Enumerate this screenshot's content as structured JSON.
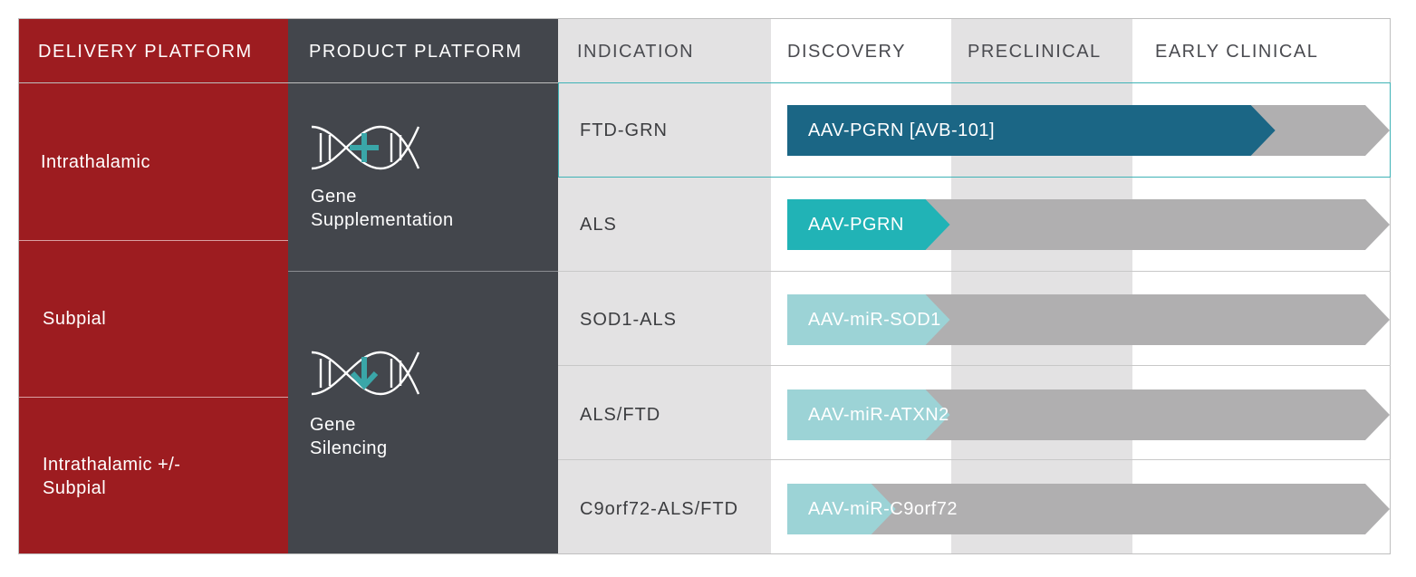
{
  "headers": {
    "delivery": "DELIVERY PLATFORM",
    "product": "PRODUCT PLATFORM",
    "indication": "INDICATION",
    "discovery": "DISCOVERY",
    "preclinical": "PRECLINICAL",
    "early_clinical": "EARLY CLINICAL"
  },
  "delivery_platforms": [
    {
      "label": "Intrathalamic"
    },
    {
      "label": "Subpial"
    },
    {
      "label": "Intrathalamic +/-\nSubpial"
    }
  ],
  "product_platforms": [
    {
      "label": "Gene\nSupplementation",
      "icon": "dna-plus-icon"
    },
    {
      "label": "Gene\nSilencing",
      "icon": "dna-down-arrow-icon"
    }
  ],
  "rows": [
    {
      "indication": "FTD-GRN",
      "program": "AAV-PGRN [AVB-101]",
      "progress": 0.81,
      "color": "#1b6685",
      "highlighted": true
    },
    {
      "indication": "ALS",
      "program": "AAV-PGRN",
      "progress": 0.27,
      "color": "#21b3b6",
      "highlighted": false
    },
    {
      "indication": "SOD1-ALS",
      "program": "AAV-miR-SOD1",
      "progress": 0.27,
      "color": "#9cd3d6",
      "highlighted": false
    },
    {
      "indication": "ALS/FTD",
      "program": "AAV-miR-ATXN2",
      "progress": 0.27,
      "color": "#9cd3d6",
      "highlighted": false
    },
    {
      "indication": "C9orf72-ALS/FTD",
      "program": "AAV-miR-C9orf72",
      "progress": 0.18,
      "color": "#9cd3d6",
      "highlighted": false
    }
  ],
  "colors": {
    "delivery_bg": "#9d1c20",
    "product_bg": "#43464c",
    "indication_bg": "#e3e2e3",
    "preclinical_bg": "#e3e2e3",
    "track_gray": "#b0afb0",
    "highlight_border": "#3fb3b6",
    "icon_accent": "#3aa6a8"
  }
}
